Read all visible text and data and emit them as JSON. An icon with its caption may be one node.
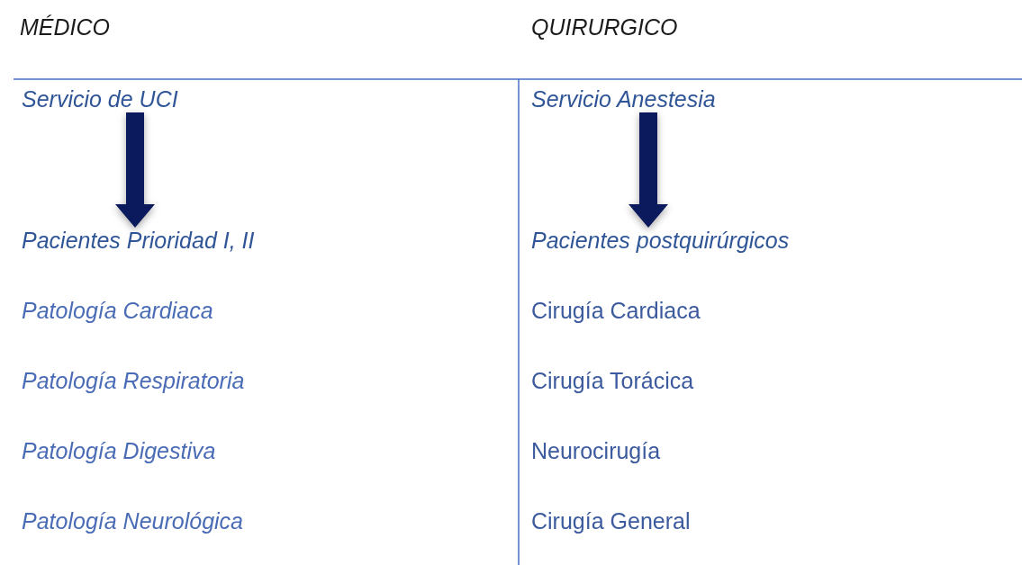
{
  "diagram": {
    "nodes": [
      {
        "text": [
          "Servicio de UCI"
        ]
      },
      {
        "text": [
          "Pacientes Prioridad I, II"
        ]
      },
      {
        "text": [
          "Servicio Anestesia"
        ]
      },
      {
        "text": [
          "Pacientes postquirúrgicos"
        ]
      }
    ],
    "edges": [
      {
        "from": 0,
        "to": 1,
        "arrow": "to"
      },
      {
        "from": 2,
        "to": 3,
        "arrow": "to"
      }
    ],
    "labels": [
      "MÉDICO",
      "QUIRURGICO",
      "Patología Cardiaca",
      "Cirugía Cardiaca",
      "Patología Respiratoria",
      "Cirugía Torácica",
      "Patología Digestiva",
      "Neurocirugía",
      "Patología Neurológica",
      "Cirugía General"
    ]
  }
}
